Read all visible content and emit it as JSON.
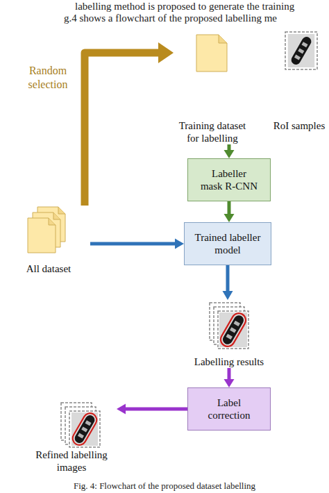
{
  "diagram": {
    "caption": "Fig. 4: Flowchart of the proposed dataset labelling",
    "nodes": [
      {
        "text": [
          "Training dataset for labelling"
        ]
      },
      {
        "text": [
          "RoI samples"
        ]
      },
      {
        "text": [
          "Labeller mask R-CNN"
        ]
      },
      {
        "text": [
          "All dataset"
        ]
      },
      {
        "text": [
          "Trained labeller model"
        ]
      },
      {
        "text": [
          "Labelling results"
        ]
      },
      {
        "text": [
          "Label correction"
        ]
      },
      {
        "text": [
          "Refined labelling images"
        ]
      }
    ],
    "edges": [
      {
        "from": 3,
        "to": 0,
        "arrow": "to",
        "label": "Random selection"
      },
      {
        "from": 0,
        "to": 2,
        "arrow": "to"
      },
      {
        "from": 2,
        "to": 4,
        "arrow": "to"
      },
      {
        "from": 3,
        "to": 4,
        "arrow": "to"
      },
      {
        "from": 4,
        "to": 5,
        "arrow": "to"
      },
      {
        "from": 5,
        "to": 6,
        "arrow": "to"
      },
      {
        "from": 6,
        "to": 7,
        "arrow": "to"
      }
    ],
    "labels": [
      "labelling method is proposed to generate the training",
      "g.4 shows a flowchart of the proposed labelling me"
    ]
  }
}
